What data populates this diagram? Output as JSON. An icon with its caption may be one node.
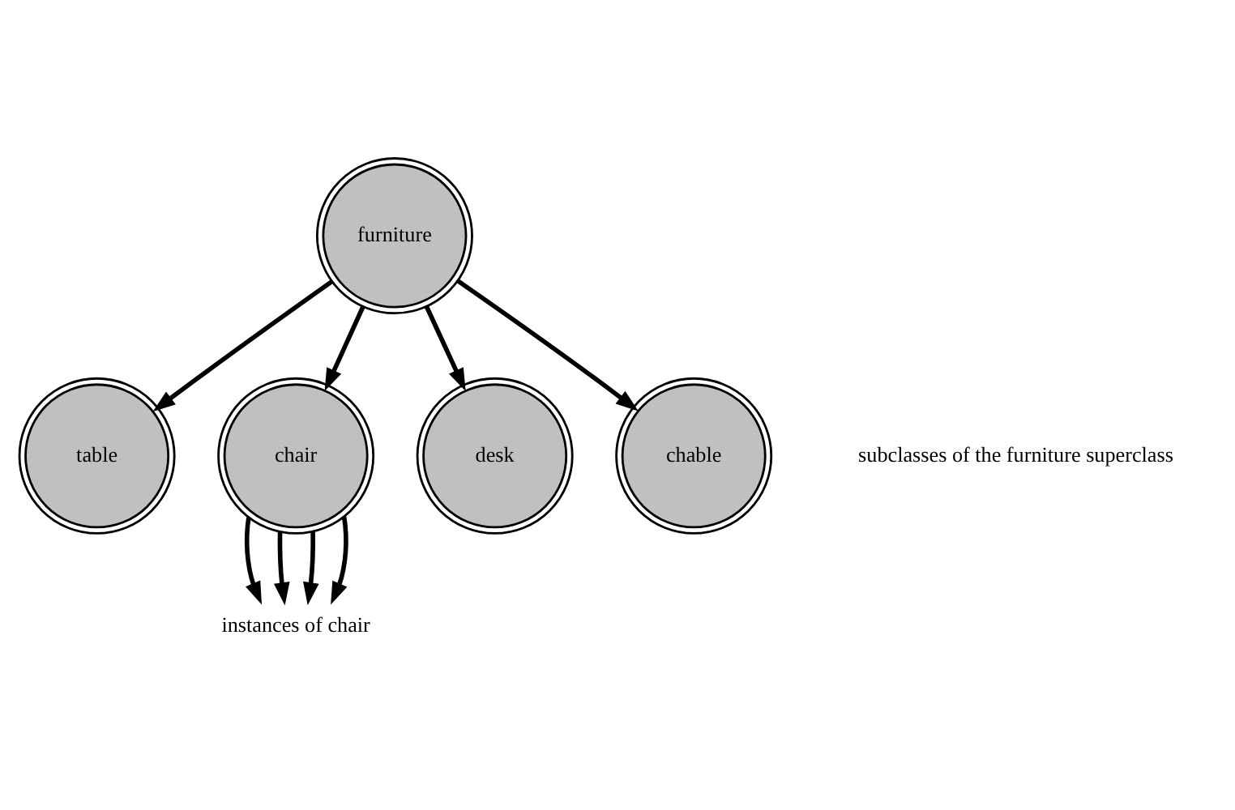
{
  "diagram": {
    "nodes": [
      {
        "text": [
          "furniture"
        ]
      },
      {
        "text": [
          "table"
        ]
      },
      {
        "text": [
          "chair"
        ]
      },
      {
        "text": [
          "desk"
        ]
      },
      {
        "text": [
          "chable"
        ]
      },
      {
        "text": [
          "instances of chair"
        ]
      }
    ],
    "edges": [
      {
        "from": 0,
        "to": 1,
        "arrow": "to"
      },
      {
        "from": 0,
        "to": 2,
        "arrow": "to"
      },
      {
        "from": 0,
        "to": 3,
        "arrow": "to"
      },
      {
        "from": 0,
        "to": 4,
        "arrow": "to"
      },
      {
        "from": 2,
        "to": 5,
        "arrow": "to"
      },
      {
        "from": 2,
        "to": 5,
        "arrow": "to"
      },
      {
        "from": 2,
        "to": 5,
        "arrow": "to"
      },
      {
        "from": 2,
        "to": 5,
        "arrow": "to"
      }
    ],
    "labels": [
      "subclasses of the furniture superclass"
    ]
  }
}
